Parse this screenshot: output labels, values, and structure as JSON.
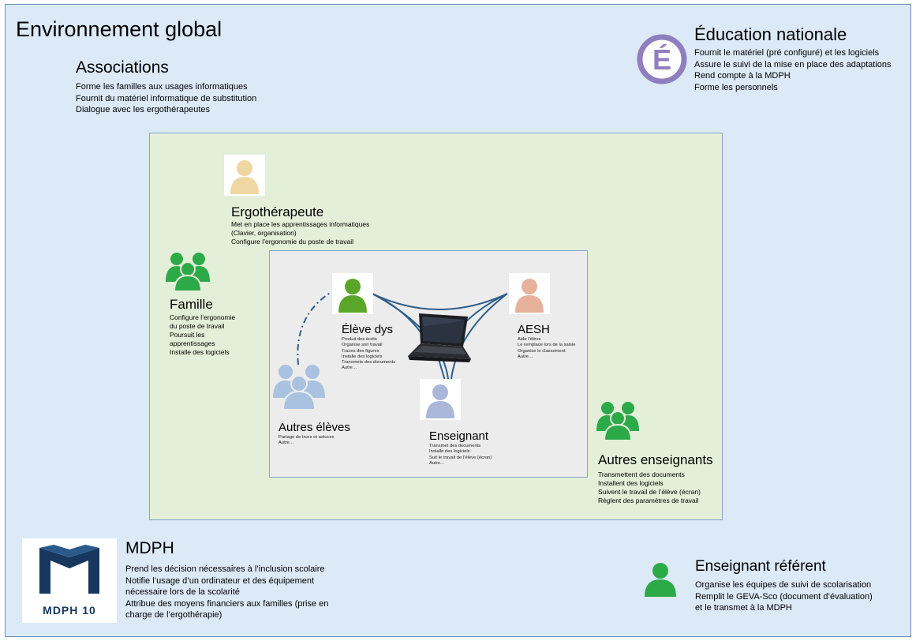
{
  "environment": {
    "title": "Environnement global"
  },
  "associations": {
    "title": "Associations",
    "lines": [
      "Forme les familles aux usages informatiques",
      "Fournit du matériel informatique de substitution",
      "Dialogue avec les ergothérapeutes"
    ]
  },
  "education": {
    "logo_letter": "É",
    "title": "Éducation nationale",
    "lines": [
      "Fournit le matériel (pré configuré) et les logiciels",
      "Assure le suivi de la mise en place des adaptations",
      "Rend compte à la MDPH",
      "Forme les personnels"
    ]
  },
  "ergo": {
    "title": "Ergothérapeute",
    "lines": [
      "Met en place les apprentissages informatiques",
      "(Clavier, organisation)",
      "Configure l’ergonomie du poste de travail"
    ]
  },
  "famille": {
    "title": "Famille",
    "lines": [
      "Configure l’ergonomie",
      "du poste de travail",
      "Poursuit les",
      "apprentissages",
      "Installe des logiciels"
    ]
  },
  "eleve": {
    "title": "Élève dys",
    "lines": [
      "Produit des écrits",
      "Organise son travail",
      "Traces des figures",
      "Installe des logiciels",
      "Transmets des documents",
      "Autre…"
    ]
  },
  "aesh": {
    "title": "AESH",
    "lines": [
      "Aide l’élève",
      "Le remplace lors de la saisie",
      "Organise le classement",
      "Autre…"
    ]
  },
  "autres_eleves": {
    "title": "Autres élèves",
    "lines": [
      "Partage de trucs et astuces",
      "Autre…"
    ]
  },
  "enseignant": {
    "title": "Enseignant",
    "lines": [
      "Transmet des documents",
      "Installe des logiciels",
      "Suit le travail de l’élève (écran)",
      "Autre…"
    ]
  },
  "autres_enseignants": {
    "title": "Autres enseignants",
    "lines": [
      "Transmettent des documents",
      "Installent des logiciels",
      "Suivent le travail de l’élève (écran)",
      "Règlent des paramètres de travail"
    ]
  },
  "mdph": {
    "logo_text": "MDPH 10",
    "title": "MDPH",
    "lines": [
      "Prend les décision nécessaires à l’inclusion scolaire",
      "Notifie l’usage d’un ordinateur et des équipement",
      "nécessaire lors de la scolarité",
      "Attribue des moyens financiers aux familles (prise en",
      "charge de l’ergothérapie)"
    ]
  },
  "referent": {
    "title": "Enseignant référent",
    "lines": [
      "Organise les équipes de suivi de scolarisation",
      "Remplit le GEVA-Sco (document d’évaluation)",
      "et le transmet à la MDPH"
    ]
  },
  "colors": {
    "outer_bg": "#dce9f7",
    "inner_bg": "#e3efd8",
    "core_bg": "#ececec",
    "green_person": "#2daa48",
    "ergo_person": "#efd7a3",
    "eleve_person": "#5aa628",
    "aesh_person": "#e6b29b",
    "autres_eleves_person": "#a9c2df",
    "enseignant_person": "#aab7d8",
    "link_line": "#2f5d8a",
    "education_logo": "#8f7fbf",
    "mdph_logo": "#17375e"
  }
}
